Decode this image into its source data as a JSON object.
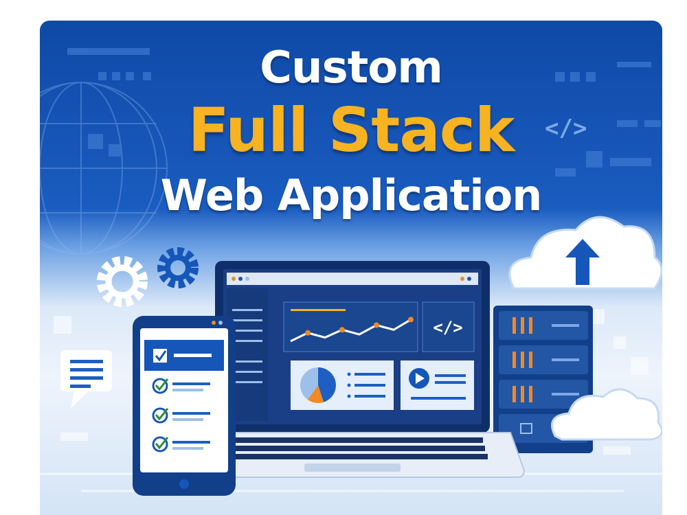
{
  "banner": {
    "line1": "Custom",
    "line2": "Full Stack",
    "line3": "Web Application"
  },
  "icons": {
    "code": "</>"
  },
  "colors": {
    "brand_blue": "#1556b8",
    "dark_blue": "#123f8a",
    "accent_yellow": "#f7b321",
    "accent_orange": "#f08a24",
    "check_green": "#2e8b3a"
  },
  "chart_line": [
    0.18,
    0.45,
    0.3,
    0.55,
    0.4,
    0.7,
    0.55,
    0.88
  ],
  "pie": [
    {
      "color": "#1d5fc2",
      "value": 0.45
    },
    {
      "color": "#f08a24",
      "value": 0.15
    },
    {
      "color": "#9cc0ea",
      "value": 0.4
    }
  ]
}
